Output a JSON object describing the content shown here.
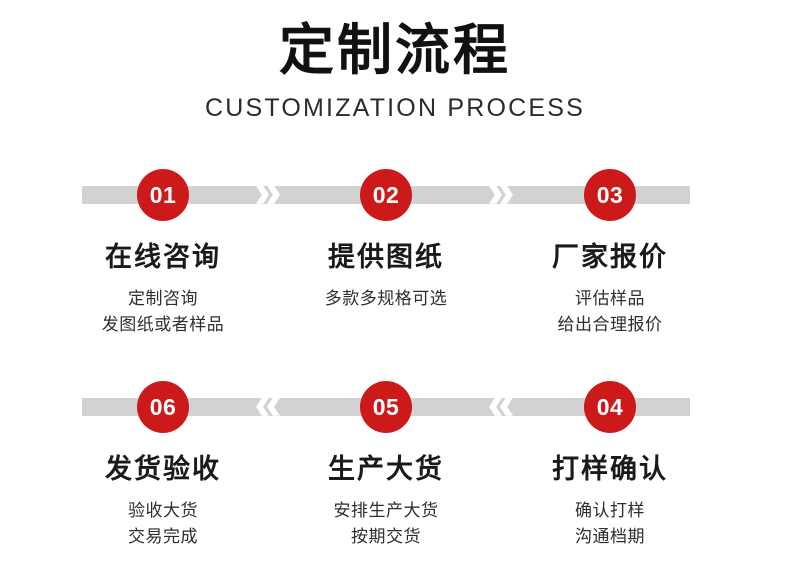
{
  "header": {
    "title": "定制流程",
    "subtitle": "CUSTOMIZATION PROCESS"
  },
  "colors": {
    "badge_red": "#cc1a1a",
    "track_gray": "#d2d2d2",
    "text_dark": "#1a1a1a",
    "background": "#ffffff"
  },
  "rows": [
    {
      "direction": "right",
      "steps": [
        {
          "number": "01",
          "title": "在线咨询",
          "lines": [
            "定制咨询",
            "发图纸或者样品"
          ]
        },
        {
          "number": "02",
          "title": "提供图纸",
          "lines": [
            "多款多规格可选"
          ]
        },
        {
          "number": "03",
          "title": "厂家报价",
          "lines": [
            "评估样品",
            "给出合理报价"
          ]
        }
      ]
    },
    {
      "direction": "left",
      "steps": [
        {
          "number": "06",
          "title": "发货验收",
          "lines": [
            "验收大货",
            "交易完成"
          ]
        },
        {
          "number": "05",
          "title": "生产大货",
          "lines": [
            "安排生产大货",
            "按期交货"
          ]
        },
        {
          "number": "04",
          "title": "打样确认",
          "lines": [
            "确认打样",
            "沟通档期"
          ]
        }
      ]
    }
  ]
}
